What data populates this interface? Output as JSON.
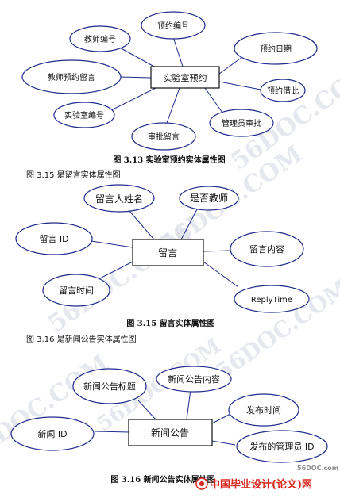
{
  "diagrams": [
    {
      "entity": "实验室预约",
      "attributes": [
        "预约编号",
        "教师编号",
        "预约日期",
        "教师预约留言",
        "预约借此",
        "实验室编号",
        "管理员审批",
        "审批留言"
      ],
      "caption": "图 3.13  实验室预约实体属性图"
    },
    {
      "intro": "图 3.15 是留言实体属性图",
      "entity": "留言",
      "attributes": [
        "留言人姓名",
        "是否教师",
        "留言 ID",
        "留言内容",
        "留言时间",
        "ReplyTime"
      ],
      "caption": "图 3.15 留言实体属性图"
    },
    {
      "intro": "图 3.16 是新闻公告实体属性图",
      "entity": "新闻公告",
      "attributes": [
        "新闻公告标题",
        "新闻公告内容",
        "发布时间",
        "新闻 ID",
        "发布的管理员 ID"
      ],
      "caption": "图 3.16 新闻公告实体属性图"
    }
  ],
  "watermarks": [
    "56DOC.COM",
    "56DOC.COM",
    "56DOC.COM",
    "56DOC.COM",
    "56DOC.COM",
    "DOC.COM"
  ],
  "logo": {
    "site": "56DOC.com",
    "brand": "中国毕业设计(论文)网",
    "accent": "#d9261c"
  }
}
